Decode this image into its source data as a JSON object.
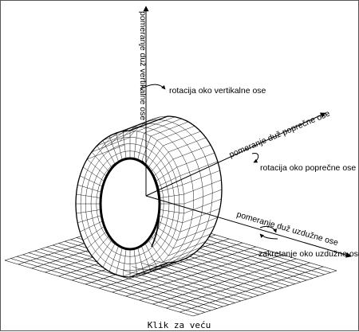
{
  "labels": {
    "vertical_translation": "pomeranje duž vertikalne ose",
    "vertical_rotation": "rotacija oko vertikalne ose",
    "lateral_translation": "pomeranje duž poprečne ose",
    "lateral_rotation": "rotacija oko poprečne ose",
    "longitudinal_translation": "pomeranje duž uzdužne ose",
    "longitudinal_rotation": "zakretanje oko uzdužne ose"
  },
  "caption": "Klik za veću",
  "colors": {
    "line": "#000000",
    "background": "#ffffff",
    "frame": "#555555"
  },
  "icons": [
    "rotation-arrow-icon"
  ]
}
